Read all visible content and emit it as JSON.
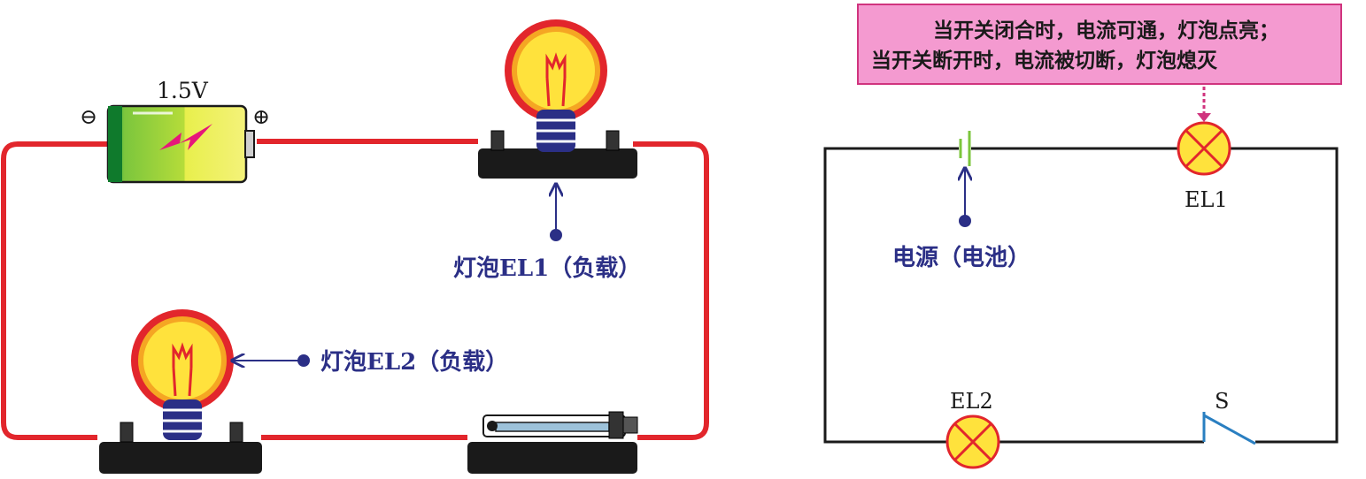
{
  "pictorial": {
    "battery_voltage": "1.5V",
    "battery_minus": "⊖",
    "battery_plus": "⊕",
    "label_el1": "灯泡EL1（负载）",
    "label_el2": "灯泡EL2（负载）"
  },
  "schematic": {
    "note_line1": "当开关闭合时，电流可通，灯泡点亮；",
    "note_line2": "当开关断开时，电流被切断，灯泡熄灭",
    "label_source": "电源（电池）",
    "label_el1": "EL1",
    "label_el2": "EL2",
    "label_switch": "S"
  },
  "colors": {
    "wire_pictorial": "#e2262c",
    "label_blue": "#2b2f86",
    "lamp_yellow": "#ffe23c",
    "lamp_halo": "#e2262c",
    "note_bg": "#f49ad0",
    "switch_blue": "#2a7fc1"
  }
}
